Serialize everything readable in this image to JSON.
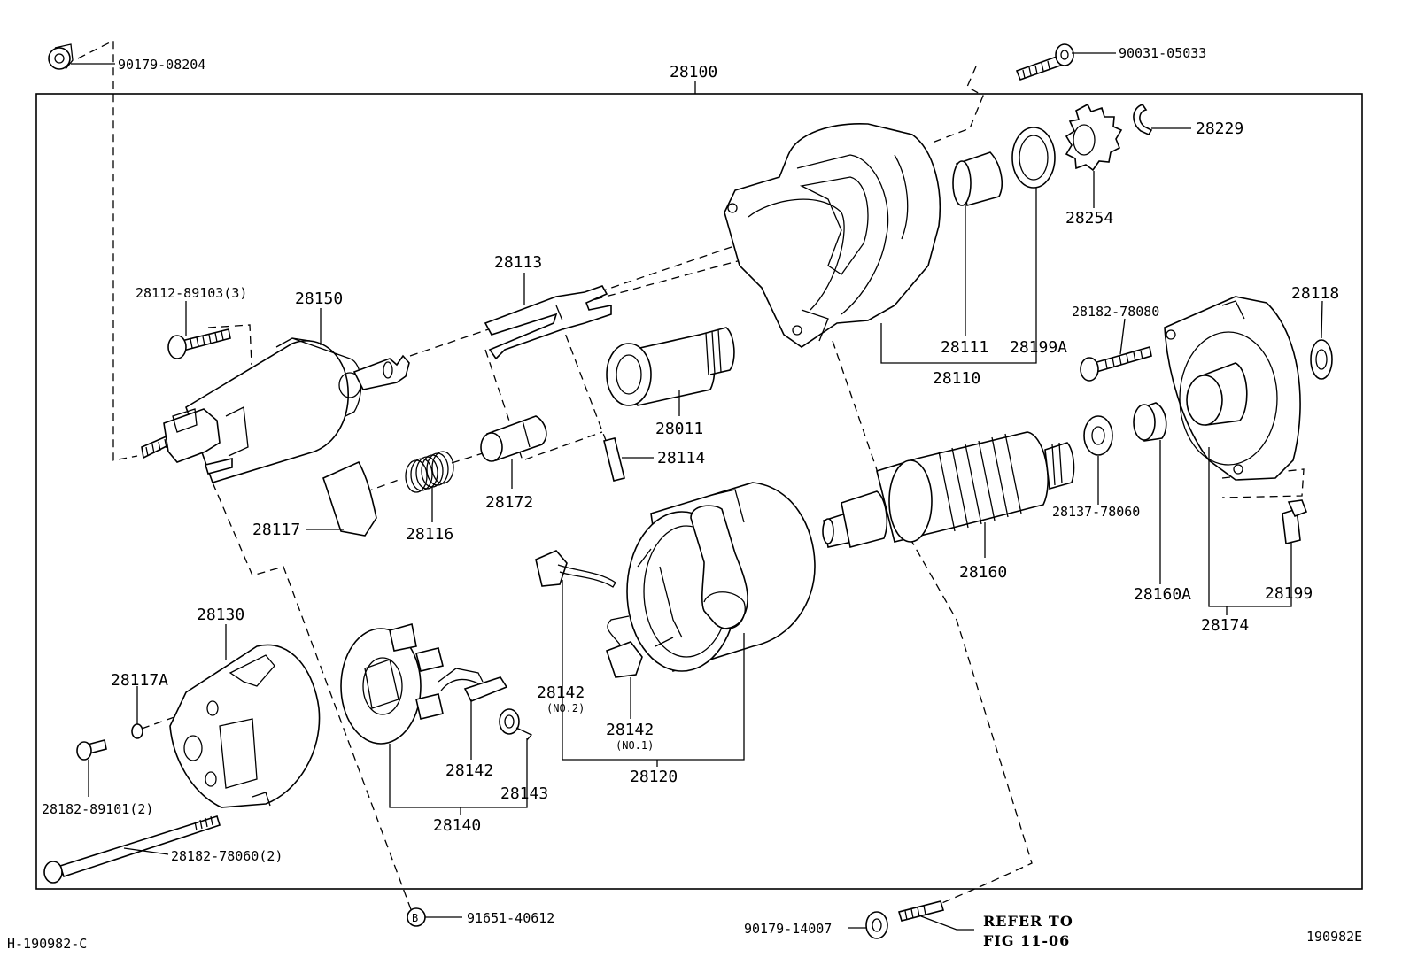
{
  "diagram": {
    "assembly_number": "28100",
    "figure_id": "H-190982-C",
    "figure_code": "190982E",
    "note": {
      "line1": "REFER TO",
      "line2": "FIG 11-06"
    },
    "labels": {
      "p90179_08204": "90179-08204",
      "p90031_05033": "90031-05033",
      "p28229": "28229",
      "p28254": "28254",
      "p28111": "28111",
      "p28199A": "28199A",
      "p28110": "28110",
      "p28113": "28113",
      "p28112_89103": "28112-89103(3)",
      "p28150": "28150",
      "p28011": "28011",
      "p28114": "28114",
      "p28172": "28172",
      "p28116": "28116",
      "p28117": "28117",
      "p28182_78080": "28182-78080",
      "p28118": "28118",
      "p28137_78060": "28137-78060",
      "p28160": "28160",
      "p28160A": "28160A",
      "p28199": "28199",
      "p28174": "28174",
      "p28130": "28130",
      "p28117A": "28117A",
      "p28182_89101": "28182-89101(2)",
      "p28182_78060": "28182-78060(2)",
      "p28142a": "28142",
      "p28142a_sub": "(NO.2)",
      "p28142b": "28142",
      "p28142b_sub": "(NO.1)",
      "p28142c": "28142",
      "p28143": "28143",
      "p28140": "28140",
      "p28120": "28120",
      "p91651_40612": "91651-40612",
      "p90179_14007": "90179-14007",
      "b_marker": "B"
    }
  }
}
